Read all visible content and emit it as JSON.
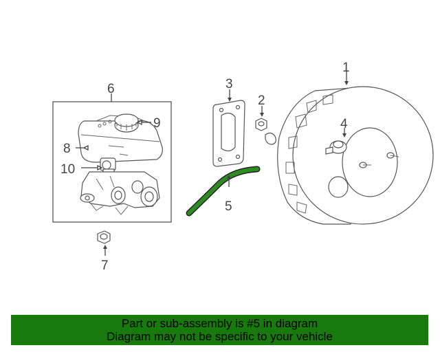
{
  "callouts": {
    "c1": "1",
    "c2": "2",
    "c3": "3",
    "c4": "4",
    "c5": "5",
    "c6": "6",
    "c7": "7",
    "c8": "8",
    "c9": "9",
    "c10": "10"
  },
  "highlight_color": "#2e8b22",
  "banner": {
    "line1": "Part or sub-assembly is #5 in diagram",
    "line2": "Diagram may not be specific to your vehicle",
    "background": "#187a0c"
  }
}
